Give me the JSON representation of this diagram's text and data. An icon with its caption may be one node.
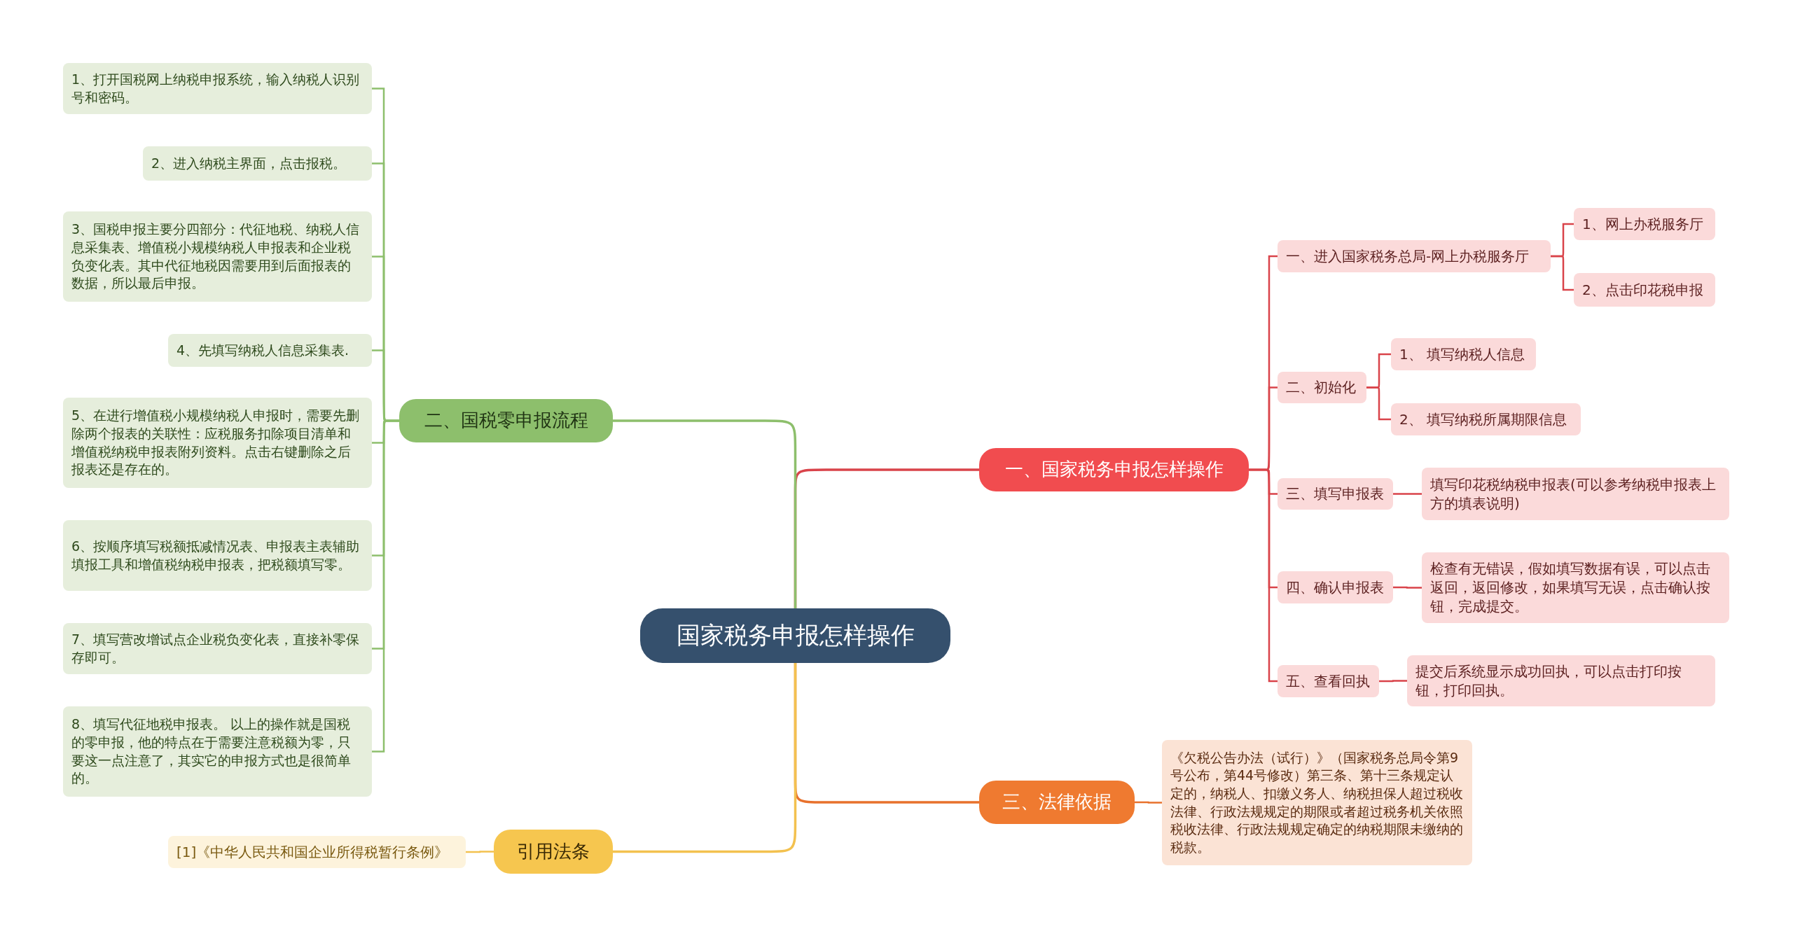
{
  "diagram": {
    "nodes": [
      {
        "text": [
          "国家税务申报怎样操作"
        ]
      },
      {
        "text": [
          "一、国家税务申报怎样操作"
        ]
      },
      {
        "text": [
          "一、进入国家税务总局-网上办税服务厅"
        ]
      },
      {
        "text": [
          "1、网上办税服务厅"
        ]
      },
      {
        "text": [
          "2、点击印花税申报"
        ]
      },
      {
        "text": [
          "二、初始化"
        ]
      },
      {
        "text": [
          "1、 填写纳税人信息"
        ]
      },
      {
        "text": [
          "2、 填写纳税所属期限信息"
        ]
      },
      {
        "text": [
          "三、填写申报表"
        ]
      },
      {
        "text": [
          "填写印花税纳税申报表(可以参考纳税申报表上方的填表说明)"
        ]
      },
      {
        "text": [
          "四、确认申报表"
        ]
      },
      {
        "text": [
          "检查有无错误，假如填写数据有误，可以点击返回，返回修改，如果填写无误，点击确认按钮，完成提交。"
        ]
      },
      {
        "text": [
          "五、查看回执"
        ]
      },
      {
        "text": [
          "提交后系统显示成功回执，可以点击打印按钮，打印回执。"
        ]
      },
      {
        "text": [
          "二、国税零申报流程"
        ]
      },
      {
        "text": [
          "1、打开国税网上纳税申报系统，输入纳税人识别号和密码。"
        ]
      },
      {
        "text": [
          "2、进入纳税主界面，点击报税。"
        ]
      },
      {
        "text": [
          "3、国税申报主要分四部分：代征地税、纳税人信息采集表、增值税小规模纳税人申报表和企业税负变化表。其中代征地税因需要用到后面报表的数据，所以最后申报。"
        ]
      },
      {
        "text": [
          "4、先填写纳税人信息采集表."
        ]
      },
      {
        "text": [
          "5、在进行增值税小规模纳税人申报时，需要先删除两个报表的关联性：应税服务扣除项目清单和增值税纳税申报表附列资料。点击右键删除之后报表还是存在的。"
        ]
      },
      {
        "text": [
          "6、按顺序填写税额抵减情况表、申报表主表辅助填报工具和增值税纳税申报表，把税额填写零。"
        ]
      },
      {
        "text": [
          "7、填写营改增试点企业税负变化表，直接补零保存即可。"
        ]
      },
      {
        "text": [
          "8、填写代征地税申报表。 以上的操作就是国税的零申报，他的特点在于需要注意税额为零，只要这一点注意了，其实它的申报方式也是很简单的。"
        ]
      },
      {
        "text": [
          "三、法律依据"
        ]
      },
      {
        "text": [
          "《欠税公告办法（试行）》（国家税务总局令第9号公布，第44号修改）第三条、第十三条规定认定的，纳税人、扣缴义务人、纳税担保人超过税收法律、行政法规规定的期限或者超过税务机关依照税收法律、行政法规规定确定的纳税期限未缴纳的税款。"
        ]
      },
      {
        "text": [
          "引用法条"
        ]
      },
      {
        "text": [
          "[1]《中华人民共和国企业所得税暂行条例》"
        ]
      }
    ],
    "edges": [
      {
        "from": 0,
        "to": 1,
        "arrow": "none"
      },
      {
        "from": 1,
        "to": 2,
        "arrow": "none"
      },
      {
        "from": 2,
        "to": 3,
        "arrow": "none"
      },
      {
        "from": 2,
        "to": 4,
        "arrow": "none"
      },
      {
        "from": 1,
        "to": 5,
        "arrow": "none"
      },
      {
        "from": 5,
        "to": 6,
        "arrow": "none"
      },
      {
        "from": 5,
        "to": 7,
        "arrow": "none"
      },
      {
        "from": 1,
        "to": 8,
        "arrow": "none"
      },
      {
        "from": 8,
        "to": 9,
        "arrow": "none"
      },
      {
        "from": 1,
        "to": 10,
        "arrow": "none"
      },
      {
        "from": 10,
        "to": 11,
        "arrow": "none"
      },
      {
        "from": 1,
        "to": 12,
        "arrow": "none"
      },
      {
        "from": 12,
        "to": 13,
        "arrow": "none"
      },
      {
        "from": 0,
        "to": 14,
        "arrow": "none",
        "color": "#8dbf6c"
      },
      {
        "from": 14,
        "to": 15,
        "arrow": "none",
        "color": "#8dbf6c"
      },
      {
        "from": 14,
        "to": 16,
        "arrow": "none",
        "color": "#8dbf6c"
      },
      {
        "from": 14,
        "to": 17,
        "arrow": "none",
        "color": "#8dbf6c"
      },
      {
        "from": 14,
        "to": 18,
        "arrow": "none",
        "color": "#8dbf6c"
      },
      {
        "from": 14,
        "to": 19,
        "arrow": "none",
        "color": "#8dbf6c"
      },
      {
        "from": 14,
        "to": 20,
        "arrow": "none",
        "color": "#8dbf6c"
      },
      {
        "from": 14,
        "to": 21,
        "arrow": "none",
        "color": "#8dbf6c"
      },
      {
        "from": 14,
        "to": 22,
        "arrow": "none",
        "color": "#8dbf6c"
      },
      {
        "from": 0,
        "to": 23,
        "arrow": "none",
        "color": "#e8712c"
      },
      {
        "from": 23,
        "to": 24,
        "arrow": "none",
        "color": "#e8712c"
      },
      {
        "from": 0,
        "to": 25,
        "arrow": "none",
        "color": "#f3c14f"
      },
      {
        "from": 25,
        "to": 26,
        "arrow": "none",
        "color": "#f3c14f"
      }
    ]
  }
}
